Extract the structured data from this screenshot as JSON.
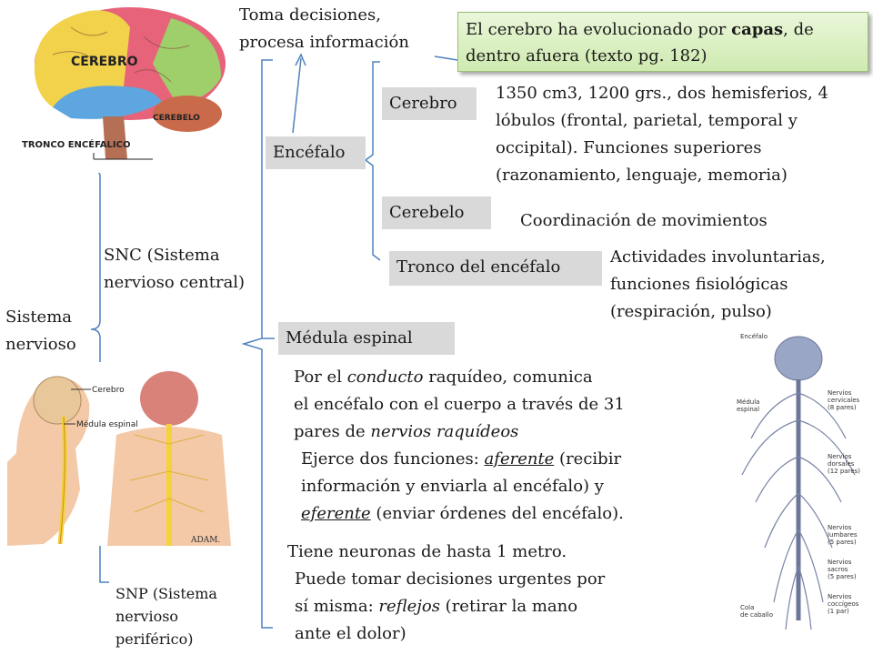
{
  "top_note": {
    "line1": "Toma decisiones,",
    "line2": "procesa información"
  },
  "callout": {
    "line1_pre": "El cerebro ha evolucionado por ",
    "line1_bold": "capas",
    "line1_post": ", de",
    "line2": "dentro afuera (texto pg. 182)"
  },
  "root": {
    "line1": "Sistema",
    "line2": "nervioso"
  },
  "snc": {
    "line1": "SNC (Sistema",
    "line2": "nervioso central)"
  },
  "snp": {
    "line1": "SNP (Sistema",
    "line2": "nervioso",
    "line3": "periférico)"
  },
  "encefalo": "Encéfalo",
  "cerebro": {
    "label": "Cerebro",
    "desc": [
      "1350 cm3, 1200 grs., dos hemisferios, 4",
      "lóbulos (frontal, parietal, temporal y",
      "occipital). Funciones superiores",
      "(razonamiento, lenguaje, memoria)"
    ]
  },
  "cerebelo": {
    "label": "Cerebelo",
    "desc": "Coordinación de movimientos"
  },
  "tronco": {
    "label": "Tronco del encéfalo",
    "desc": [
      "Actividades involuntarias,",
      "funciones fisiológicas",
      "(respiración, pulso)"
    ]
  },
  "medula": {
    "label": "Médula espinal",
    "p1": {
      "l1_pre": "Por el ",
      "l1_it": "conducto",
      "l1_post": " raquídeo, comunica",
      "l2": "el encéfalo con el cuerpo a través de 31",
      "l3_pre": "pares de ",
      "l3_it": "nervios raquídeos"
    },
    "p2": {
      "l1_pre": "Ejerce dos funciones: ",
      "l1_u": "aferente",
      "l1_post": " (recibir",
      "l2": "información y enviarla al encéfalo) y",
      "l3_u": "eferente",
      "l3_post": " (enviar órdenes del encéfalo)."
    },
    "p3": {
      "l1": "Tiene neuronas de hasta 1 metro.",
      "l2": "Puede tomar decisiones urgentes por",
      "l3_pre": "sí misma: ",
      "l3_it": "reflejos",
      "l3_post": " (retirar la mano",
      "l4": "ante el dolor)"
    }
  },
  "brain_image": {
    "label_cerebro": "CEREBRO",
    "label_cerebelo": "CEREBELO",
    "label_tronco": "TRONCO ENCÉFALICO"
  },
  "body_image": {
    "label_cerebro": "Cerebro",
    "label_medula": "Médula espinal",
    "credit": "ADAM."
  },
  "spine_image": {
    "labels": [
      "Encéfalo",
      "Médula",
      "espinal",
      "Nervios",
      "cervicales",
      "(8 pares)",
      "Nervios",
      "dorsales",
      "(12 pares)",
      "Nervios",
      "lumbares",
      "(5 pares)",
      "Nervios",
      "sacros",
      "(5 pares)",
      "Nervios",
      "coccígeos",
      "(1 par)",
      "Cola",
      "de caballo"
    ]
  },
  "colors": {
    "connector": "#4f81bd",
    "box_fill": "#d9d9d9",
    "callout_fill": "#d8efc0",
    "brain_frontal": "#f2d24a",
    "brain_parietal": "#e6637a",
    "brain_occipital": "#9fcf6a",
    "brain_temporal": "#5ea6df",
    "brain_cerebelo": "#c96a4a"
  }
}
